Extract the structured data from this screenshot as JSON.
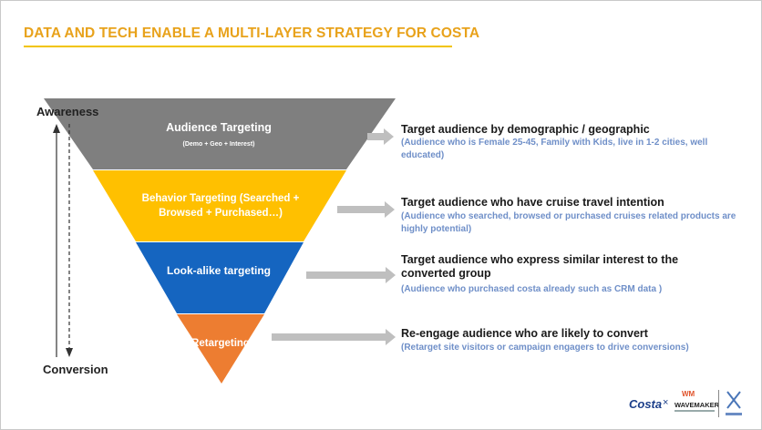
{
  "title": "DATA AND TECH ENABLE A MULTI-LAYER STRATEGY FOR COSTA",
  "colors": {
    "title": "#E8A21B",
    "layer1": "#7F7F7F",
    "layer2": "#FFC000",
    "layer3": "#1565C0",
    "layer4": "#ED7D31",
    "arrow": "#BFBFBF",
    "sub_text": "#6F8FC8"
  },
  "axis": {
    "top": "Awareness",
    "bottom": "Conversion"
  },
  "layers": [
    {
      "name": "Audience Targeting",
      "detail": "(Demo + Geo + Interest)",
      "target": "Target audience by demographic / geographic",
      "note": "(Audience who is Female 25-45, Family with Kids, live in 1-2 cities, well educated)"
    },
    {
      "name": "Behavior Targeting (Searched + Browsed + Purchased…)",
      "target": "Target audience who have cruise travel intention",
      "note": "(Audience who searched, browsed or purchased cruises related products are highly potential)"
    },
    {
      "name": "Look-alike targeting",
      "target": "Target audience who express similar interest to the converted group",
      "note": "(Audience who purchased costa already such as CRM data )"
    },
    {
      "name": "Retargeting",
      "target": "Re-engage audience who are likely to convert",
      "note": "(Retarget site visitors or campaign engagers to drive conversions)"
    }
  ],
  "logos": {
    "costa": "Costa",
    "times": "×",
    "wavemaker": "WAVEMAKER",
    "wm": "WM",
    "xaxis_icon": "xaxis-logo-icon"
  }
}
